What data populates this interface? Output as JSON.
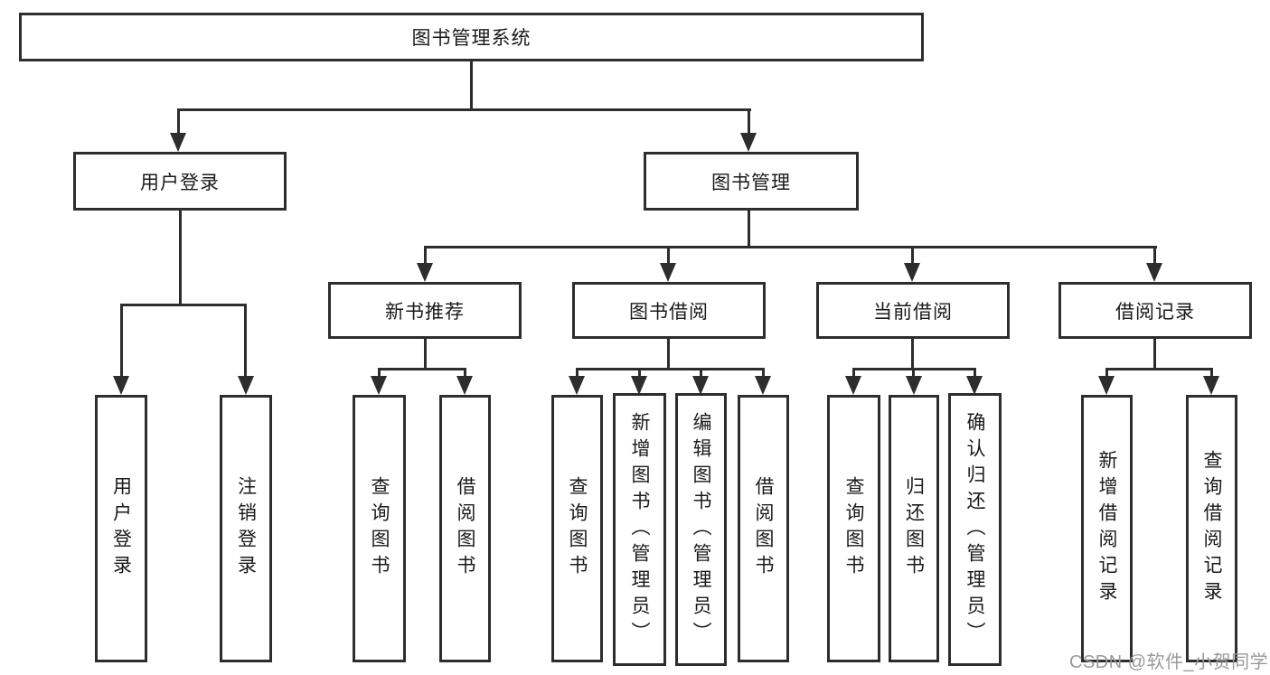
{
  "tree": {
    "root": "图书管理系统",
    "branches": [
      "用户登录",
      "图书管理"
    ],
    "login_leaves": [
      "用户登录",
      "注销登录"
    ],
    "manage_nodes": [
      "新书推荐",
      "图书借阅",
      "当前借阅",
      "借阅记录"
    ],
    "recommend_leaves": [
      "查询图书",
      "借阅图书"
    ],
    "borrow_leaves": [
      "查询图书",
      "新增图书（管理员）",
      "编辑图书（管理员）",
      "借阅图书"
    ],
    "current_leaves": [
      "查询图书",
      "归还图书",
      "确认归还（管理员）"
    ],
    "record_leaves": [
      "新增借阅记录",
      "查询借阅记录"
    ]
  },
  "watermark": "CSDN @软件_小贺同学",
  "colors": {
    "line": "#2d2d2d",
    "text": "#1a1a1a",
    "watermark_color": "#9a9a9a",
    "background": "#ffffff"
  }
}
